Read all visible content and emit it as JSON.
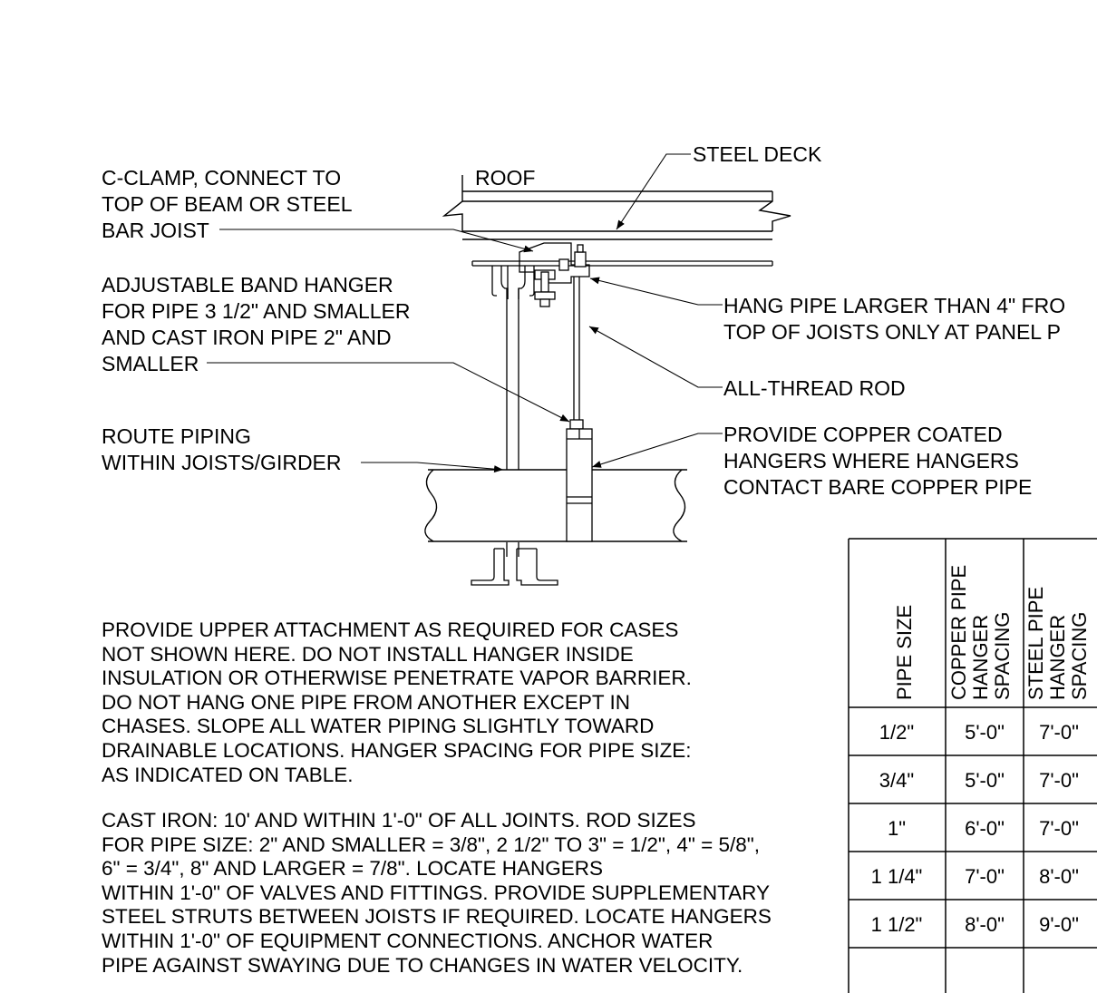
{
  "callouts": {
    "steel_deck": "STEEL DECK",
    "roof": "ROOF",
    "c_clamp": [
      "C-CLAMP, CONNECT TO",
      "TOP OF BEAM OR STEEL",
      "BAR JOIST"
    ],
    "band_hanger": [
      "ADJUSTABLE BAND HANGER",
      "FOR PIPE 3 1/2\" AND SMALLER",
      "AND CAST IRON PIPE 2\" AND",
      "SMALLER"
    ],
    "route": [
      "ROUTE PIPING",
      "WITHIN JOISTS/GIRDER"
    ],
    "hang_large": [
      "HANG PIPE LARGER THAN 4\" FRO",
      "TOP OF JOISTS ONLY AT PANEL P"
    ],
    "rod": "ALL-THREAD ROD",
    "copper_coated": [
      "PROVIDE COPPER COATED",
      "HANGERS WHERE HANGERS",
      "CONTACT BARE COPPER PIPE"
    ]
  },
  "notes": {
    "general": "PROVIDE UPPER ATTACHMENT AS REQUIRED FOR CASES\nNOT SHOWN HERE. DO NOT INSTALL HANGER INSIDE\nINSULATION OR OTHERWISE PENETRATE VAPOR BARRIER.\nDO NOT HANG ONE PIPE FROM ANOTHER EXCEPT IN\nCHASES. SLOPE ALL WATER PIPING SLIGHTLY TOWARD\nDRAINABLE LOCATIONS. HANGER SPACING FOR PIPE SIZE:\nAS INDICATED ON TABLE.",
    "cast_iron": "CAST IRON: 10' AND WITHIN 1'-0\" OF ALL JOINTS. ROD SIZES\nFOR PIPE SIZE: 2\" AND SMALLER = 3/8\", 2 1/2\" TO 3\" = 1/2\", 4\" = 5/8\",\n6\" = 3/4\", 8\" AND LARGER = 7/8\". LOCATE HANGERS\nWITHIN 1'-0\" OF VALVES AND FITTINGS. PROVIDE SUPPLEMENTARY\nSTEEL STRUTS BETWEEN JOISTS IF REQUIRED. LOCATE HANGERS\nWITHIN 1'-0\" OF EQUIPMENT CONNECTIONS. ANCHOR WATER\nPIPE AGAINST SWAYING DUE TO CHANGES IN WATER VELOCITY."
  },
  "table": {
    "headers": [
      [
        "PIPE SIZE"
      ],
      [
        "COPPER PIPE",
        "HANGER",
        "SPACING"
      ],
      [
        "STEEL PIPE",
        "HANGER",
        "SPACING"
      ]
    ],
    "rows": [
      [
        "1/2\"",
        "5'-0\"",
        "7'-0\""
      ],
      [
        "3/4\"",
        "5'-0\"",
        "7'-0\""
      ],
      [
        "1\"",
        "6'-0\"",
        "7'-0\""
      ],
      [
        "1 1/4\"",
        "7'-0\"",
        "8'-0\""
      ],
      [
        "1 1/2\"",
        "8'-0\"",
        "9'-0\""
      ]
    ]
  }
}
